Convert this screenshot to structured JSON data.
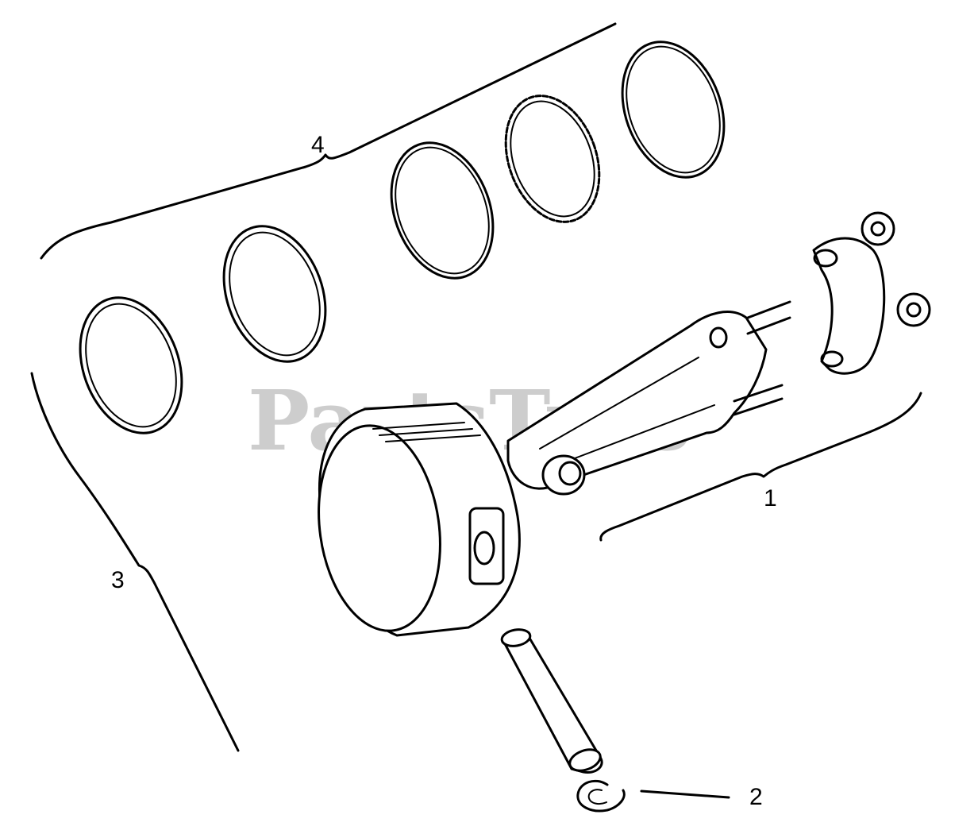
{
  "diagram": {
    "watermark": "PartsTree",
    "callouts": {
      "c1": "1",
      "c2": "2",
      "c3": "3",
      "c4": "4"
    },
    "parts": [
      {
        "callout": "1",
        "icon": "connecting-rod-assembly-icon"
      },
      {
        "callout": "2",
        "icon": "piston-pin-retainer-clip-icon"
      },
      {
        "callout": "3",
        "icon": "piston-assembly-icon"
      },
      {
        "callout": "4",
        "icon": "piston-ring-set-icon"
      }
    ]
  }
}
